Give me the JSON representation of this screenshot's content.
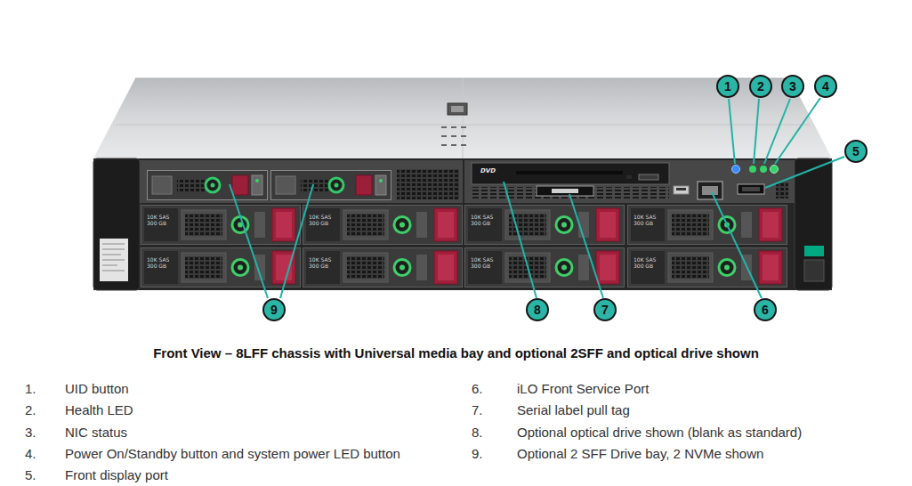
{
  "diagram": {
    "caption": "Front View – 8LFF chassis with Universal media bay and optional 2SFF and optical drive shown",
    "nodes": [
      {
        "text": [
          "1"
        ]
      },
      {
        "text": [
          "2"
        ]
      },
      {
        "text": [
          "3"
        ]
      },
      {
        "text": [
          "4"
        ]
      },
      {
        "text": [
          "5"
        ]
      },
      {
        "text": [
          "9"
        ]
      },
      {
        "text": [
          "8"
        ]
      },
      {
        "text": [
          "7"
        ]
      },
      {
        "text": [
          "6"
        ]
      }
    ],
    "labels": [
      "10K SAS 300 GB",
      "10K SAS 300 GB",
      "10K SAS 300 GB",
      "10K SAS 300 GB",
      "10K SAS 300 GB",
      "10K SAS 300 GB",
      "10K SAS 300 GB",
      "10K SAS 300 GB",
      "DVD",
      "1.",
      "UID button",
      "2.",
      "Health LED",
      "3.",
      "NIC status",
      "4.",
      "Power On/Standby button and system power LED button",
      "5.",
      "Front display port",
      "6.",
      "iLO Front Service Port",
      "7.",
      "Serial label pull tag",
      "8.",
      "Optional optical drive shown (blank as standard)",
      "9.",
      "Optional 2 SFF Drive bay, 2 NVMe shown"
    ]
  }
}
